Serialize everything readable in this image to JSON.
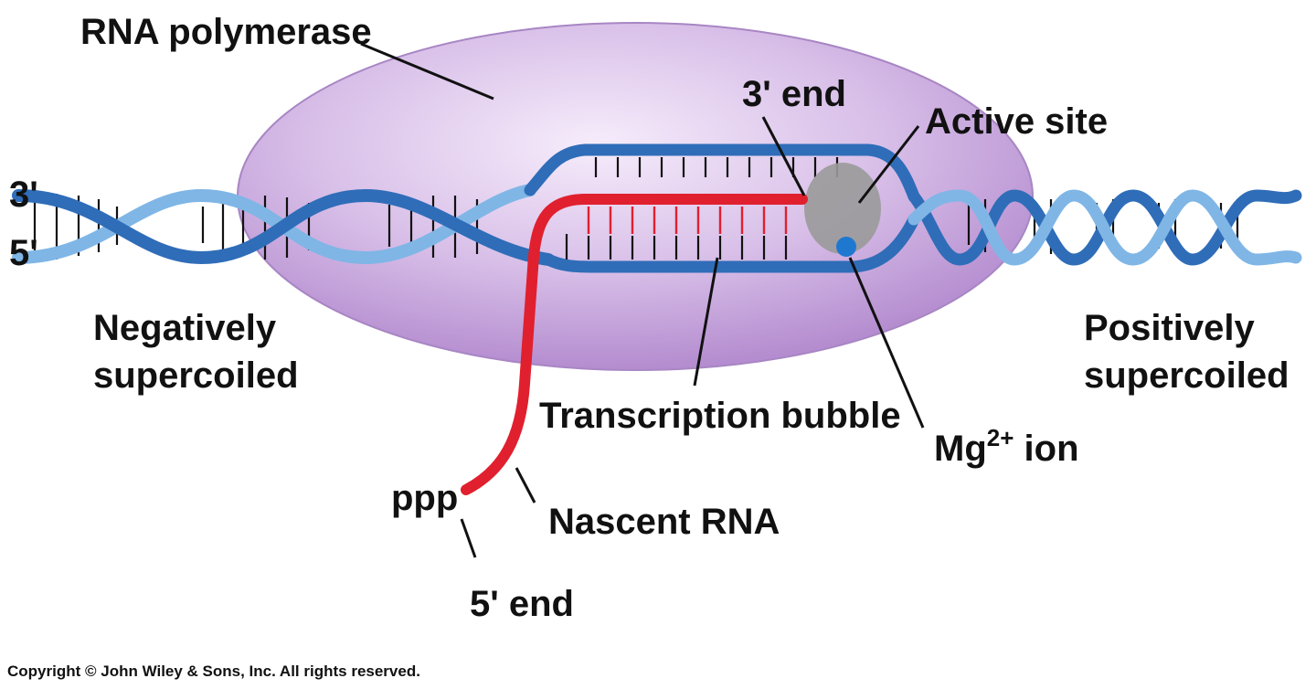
{
  "labels": {
    "rna_polymerase": "RNA polymerase",
    "three_prime_end": "3' end",
    "active_site": "Active site",
    "strand_3": "3'",
    "strand_5": "5'",
    "neg_line1": "Negatively",
    "neg_line2": "supercoiled",
    "pos_line1": "Positively",
    "pos_line2": "supercoiled",
    "transcription_bubble": "Transcription bubble",
    "mg_base": "Mg",
    "mg_sup": "2+",
    "mg_tail": " ion",
    "ppp": "ppp",
    "nascent_rna": "Nascent RNA",
    "five_prime_end": "5' end",
    "copyright": "Copyright © John Wiley & Sons, Inc. All rights reserved."
  },
  "colors": {
    "polymerase": "#c7a6dc",
    "strand_dark": "#2f6db8",
    "strand_light": "#7fb6e6",
    "rna": "#e0202e",
    "active_site": "#9a9a9a",
    "mg_ion": "#1f78d0"
  }
}
